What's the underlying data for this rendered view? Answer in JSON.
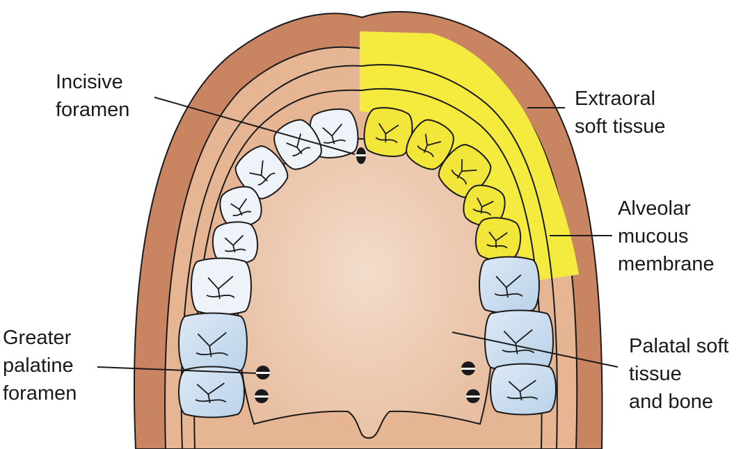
{
  "labels": {
    "incisive_foramen": [
      "Incisive",
      "foramen"
    ],
    "extraoral_soft_tissue": [
      "Extraoral",
      "soft tissue"
    ],
    "alveolar_mucous_membrane": [
      "Alveolar",
      "mucous",
      "membrane"
    ],
    "greater_palatine_foramen": [
      "Greater",
      "palatine",
      "foramen"
    ],
    "palatal_soft_tissue": [
      "Palatal soft",
      "tissue",
      "and bone"
    ]
  },
  "colors": {
    "extraoral": "#c98462",
    "gingiva": "#e6b594",
    "palate": "#efcdb5",
    "highlight": "#f5ea3e",
    "tooth_white": "#eef3f9",
    "tooth_blue": "#c7dcef",
    "outline": "#1a1a1a"
  }
}
